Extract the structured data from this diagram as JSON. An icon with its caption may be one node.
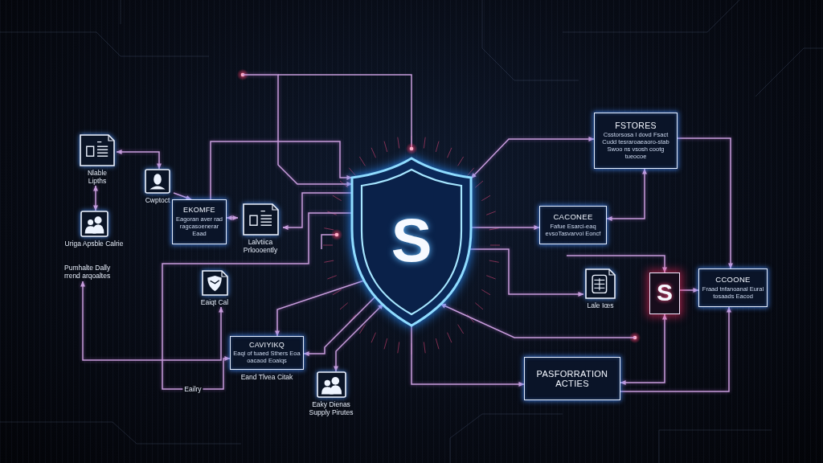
{
  "diagram": {
    "nodes": [
      {
        "text": [
          "Nlable Lipths"
        ]
      },
      {
        "text": [
          "Cwptoct"
        ]
      },
      {
        "text": [
          "Uriga Apsble Calrie"
        ]
      },
      {
        "text": [
          "Pumhalte Dally rrend arqoaltes"
        ]
      },
      {
        "text": [
          "EKOMFE",
          "Eagoran aver rad ragcasoenerar Eaad"
        ]
      },
      {
        "text": [
          "Lalvtiica Prloooently"
        ]
      },
      {
        "text": [
          "Eaiqt Cal"
        ]
      },
      {
        "text": [
          "S"
        ]
      },
      {
        "text": [
          "CAVIYIKQ",
          "Eaqi of tuaed Sthers Eoa oacaod Eoaiqs"
        ],
        "beside": [
          "Eand Tlvea Citak"
        ]
      },
      {
        "text": [
          "Eaky Dienas Supply Pirutes"
        ]
      },
      {
        "text": [
          "FSTORES",
          "Csstorsosa I dovd Fsact Cudd tesraroaeaoro-stab Swoo ns vsosh cootg tueocoe"
        ]
      },
      {
        "text": [
          "CACONEE",
          "Fafue Esarci-eaq evsoTasvarvoi Eoncf"
        ]
      },
      {
        "text": [
          "Lale Iœs"
        ]
      },
      {
        "text": [
          "S"
        ]
      },
      {
        "text": [
          "CCOONE",
          "Fraad tnfanoanal Eural tosaads Eacod"
        ]
      },
      {
        "text": [
          "PASFORRATION ACTIES"
        ]
      }
    ],
    "edges": [
      {
        "from": 0,
        "to": 1,
        "arrow": "both"
      },
      {
        "from": 0,
        "to": 2,
        "arrow": "both"
      },
      {
        "from": 1,
        "to": 4,
        "arrow": "to"
      },
      {
        "from": 4,
        "to": 5,
        "arrow": "both"
      },
      {
        "from": 4,
        "to": 7,
        "arrow": "to"
      },
      {
        "from": null,
        "to": 7,
        "arrow": "to"
      },
      {
        "from": 7,
        "to": 5,
        "arrow": "to"
      },
      {
        "from": 7,
        "to": 8,
        "arrow": "to",
        "label": "Eailry"
      },
      {
        "from": 7,
        "to": 8,
        "arrow": "to"
      },
      {
        "from": 7,
        "to": 9,
        "arrow": "both"
      },
      {
        "from": 7,
        "to": 8,
        "arrow": "to"
      },
      {
        "from": 3,
        "to": 6,
        "arrow": "both"
      },
      {
        "from": 7,
        "to": 10,
        "arrow": "both"
      },
      {
        "from": 10,
        "to": 14,
        "arrow": "to"
      },
      {
        "from": 11,
        "to": 10,
        "arrow": "both"
      },
      {
        "from": 7,
        "to": 11,
        "arrow": "to"
      },
      {
        "from": 7,
        "to": 12,
        "arrow": "to"
      },
      {
        "from": null,
        "to": 13,
        "arrow": "to"
      },
      {
        "from": 13,
        "to": 14,
        "arrow": "to"
      },
      {
        "from": 13,
        "to": 15,
        "arrow": "both"
      },
      {
        "from": 15,
        "to": 14,
        "arrow": "to"
      },
      {
        "from": 7,
        "to": 15,
        "arrow": "to"
      },
      {
        "from": null,
        "to": 7,
        "arrow": "to"
      }
    ]
  }
}
